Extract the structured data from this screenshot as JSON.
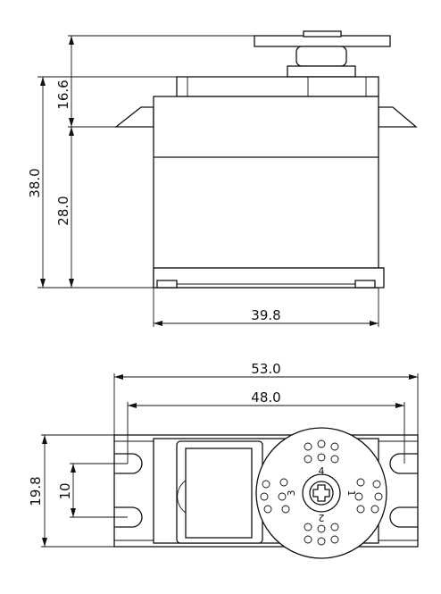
{
  "side_view": {
    "dim_height_total": "38.0",
    "dim_height_body": "28.0",
    "dim_height_top": "16.6",
    "dim_width": "39.8"
  },
  "top_view": {
    "dim_width_overall": "53.0",
    "dim_hole_spacing": "48.0",
    "dim_height": "19.8",
    "dim_hole_pitch": "10",
    "horn_labels": {
      "top": "4",
      "left": "3",
      "right": "1",
      "bottom": "2"
    }
  }
}
